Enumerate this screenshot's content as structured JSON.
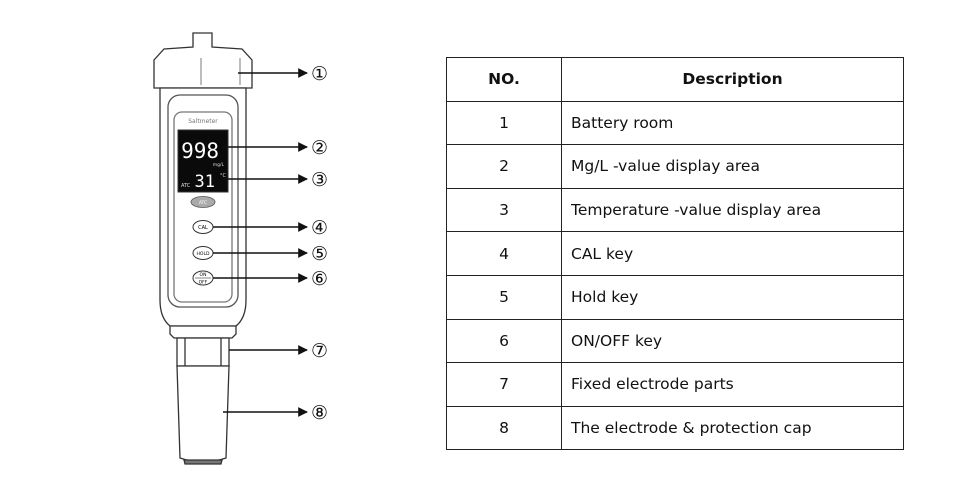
{
  "device": {
    "brand_label": "Saltmeter",
    "reading_value": "998",
    "reading_unit": "mg/L",
    "temp_value": "31",
    "temp_unit": "°C",
    "atc_label": "ATC",
    "atc_button_label": "ATC",
    "cal_label": "CAL",
    "hold_label": "HOLD",
    "on_label": "ON",
    "off_label": "OFF"
  },
  "callouts": [
    "①",
    "②",
    "③",
    "④",
    "⑤",
    "⑥",
    "⑦",
    "⑧"
  ],
  "table": {
    "headers": {
      "no": "NO.",
      "description": "Description"
    },
    "rows": [
      {
        "no": "1",
        "description": "Battery room"
      },
      {
        "no": "2",
        "description": "Mg/L -value display area"
      },
      {
        "no": "3",
        "description": "Temperature -value display area"
      },
      {
        "no": "4",
        "description": "CAL key"
      },
      {
        "no": "5",
        "description": "Hold key"
      },
      {
        "no": "6",
        "description": "ON/OFF key"
      },
      {
        "no": "7",
        "description": "Fixed electrode parts"
      },
      {
        "no": "8",
        "description": "The electrode & protection cap"
      }
    ]
  }
}
